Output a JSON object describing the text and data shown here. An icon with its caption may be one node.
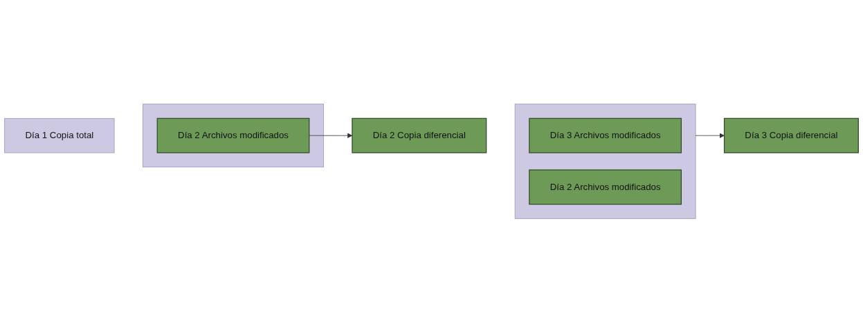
{
  "diagram": {
    "nodes": [
      {
        "text": [
          "Día 1 Copia total"
        ]
      },
      {
        "text": [],
        "shape": "box"
      },
      {
        "text": [
          "Día 2 Archivos modificados"
        ],
        "in": 1
      },
      {
        "text": [
          "Día 2 Copia diferencial"
        ]
      },
      {
        "text": [],
        "shape": "box"
      },
      {
        "text": [
          "Día 3 Archivos modificados"
        ],
        "in": 4
      },
      {
        "text": [
          "Día 2 Archivos modificados"
        ],
        "in": 4
      },
      {
        "text": [
          "Día 3 Copia diferencial"
        ]
      }
    ],
    "edges": [
      {
        "from": 2,
        "to": 3,
        "arrow": "to"
      },
      {
        "from": 4,
        "to": 7,
        "arrow": "to"
      }
    ]
  }
}
